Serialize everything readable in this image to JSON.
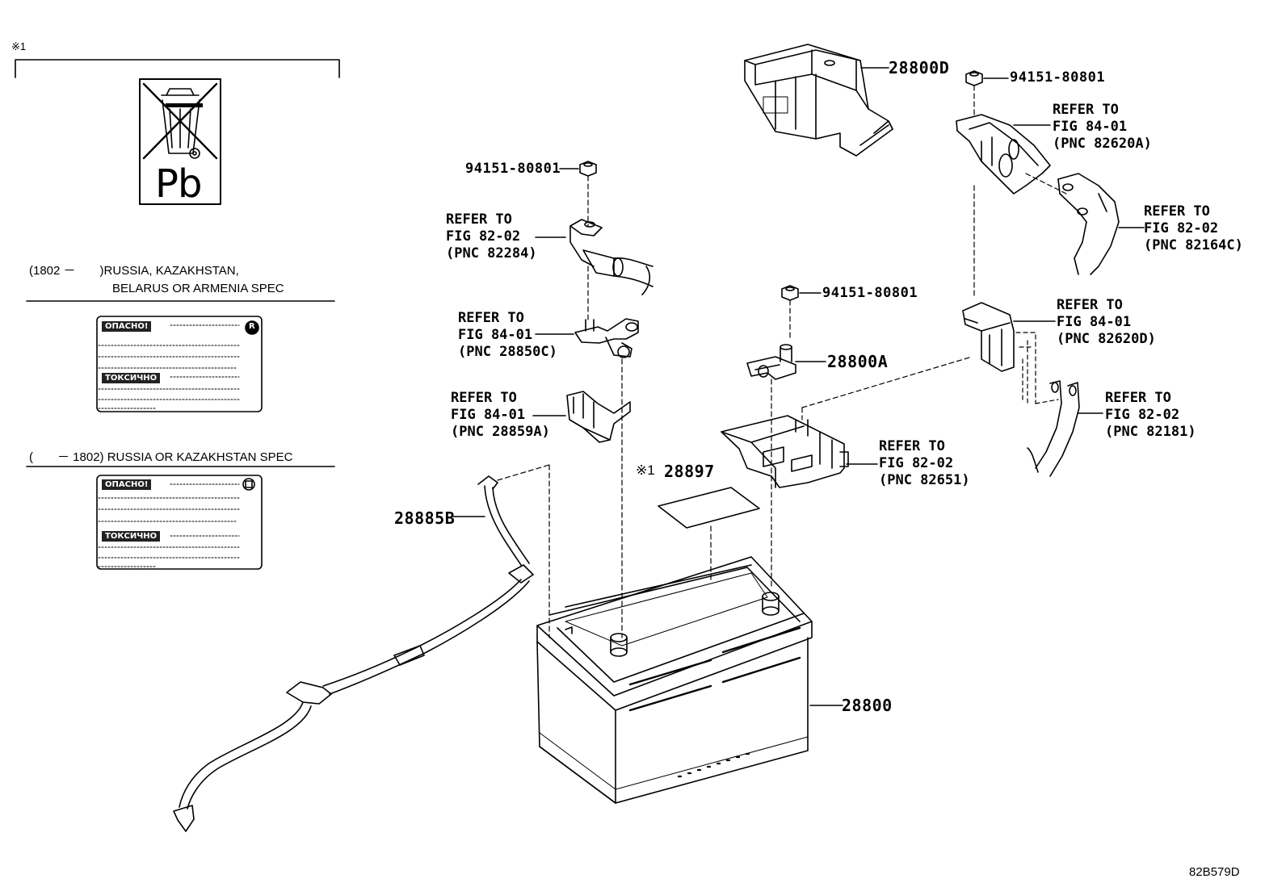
{
  "diagram_code": "82B579D",
  "note_marker": "※1",
  "recycle_label": {
    "symbol": "Pb"
  },
  "spec_notes": {
    "russia_kaz_bel_arm_line1": "(1802 －　　)RUSSIA, KAZAKHSTAN,",
    "russia_kaz_bel_arm_line2": "BELARUS OR ARMENIA SPEC",
    "russia_kaz": "(　　－ 1802) RUSSIA OR KAZAKHSTAN SPEC"
  },
  "warning_labels": {
    "danger": "ОПАСНО!",
    "toxic": "ТОКСИЧНО",
    "mark_r": "R"
  },
  "parts": {
    "nut_left": "94151-80801",
    "nut_mid": "94151-80801",
    "nut_right": "94151-80801",
    "cover": "28800D",
    "clamp": "28800A",
    "battery": "28800",
    "cable": "28885B",
    "label_28897": "28897",
    "label_28897_marker": "※1"
  },
  "refs": {
    "r82284": [
      "REFER TO",
      "FIG 82-02",
      "(PNC 82284)"
    ],
    "r28850c": [
      "REFER TO",
      "FIG 84-01",
      "(PNC 28850C)"
    ],
    "r28859a": [
      "REFER TO",
      "FIG 84-01",
      "(PNC 28859A)"
    ],
    "r82620a": [
      "REFER TO",
      "FIG 84-01",
      "(PNC 82620A)"
    ],
    "r82164c": [
      "REFER TO",
      "FIG 82-02",
      "(PNC 82164C)"
    ],
    "r82620d": [
      "REFER TO",
      "FIG 84-01",
      "(PNC 82620D)"
    ],
    "r82181": [
      "REFER TO",
      "FIG 82-02",
      "(PNC 82181)"
    ],
    "r82651": [
      "REFER TO",
      "FIG 82-02",
      "(PNC 82651)"
    ]
  }
}
